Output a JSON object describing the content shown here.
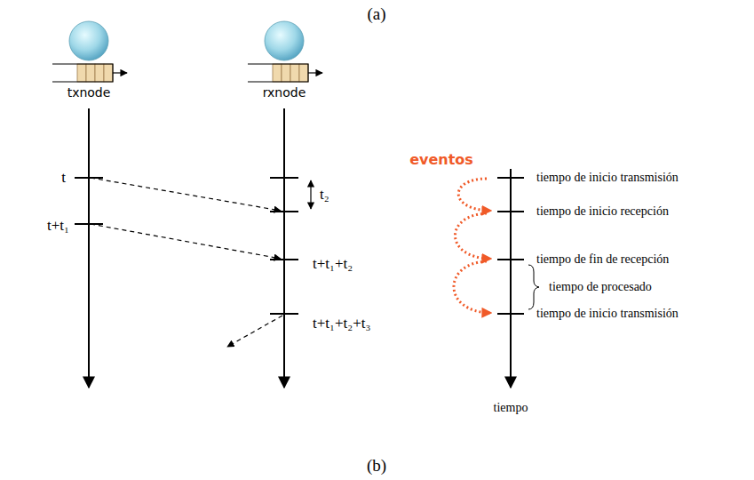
{
  "diagram": {
    "nodes": [
      {
        "text": [
          "txnode"
        ]
      },
      {
        "text": [
          "rxnode"
        ]
      }
    ],
    "labels": [
      "(a)",
      "t",
      "t+t₁",
      "t₂",
      "t+t₁+t₂",
      "t+t₁+t₂+t₃",
      "eventos",
      "tiempo de inicio transmisión",
      "tiempo de inicio recepción",
      "tiempo de fin de recepción",
      "tiempo de procesado",
      "tiempo de inicio transmisión",
      "tiempo",
      "(b)"
    ]
  }
}
